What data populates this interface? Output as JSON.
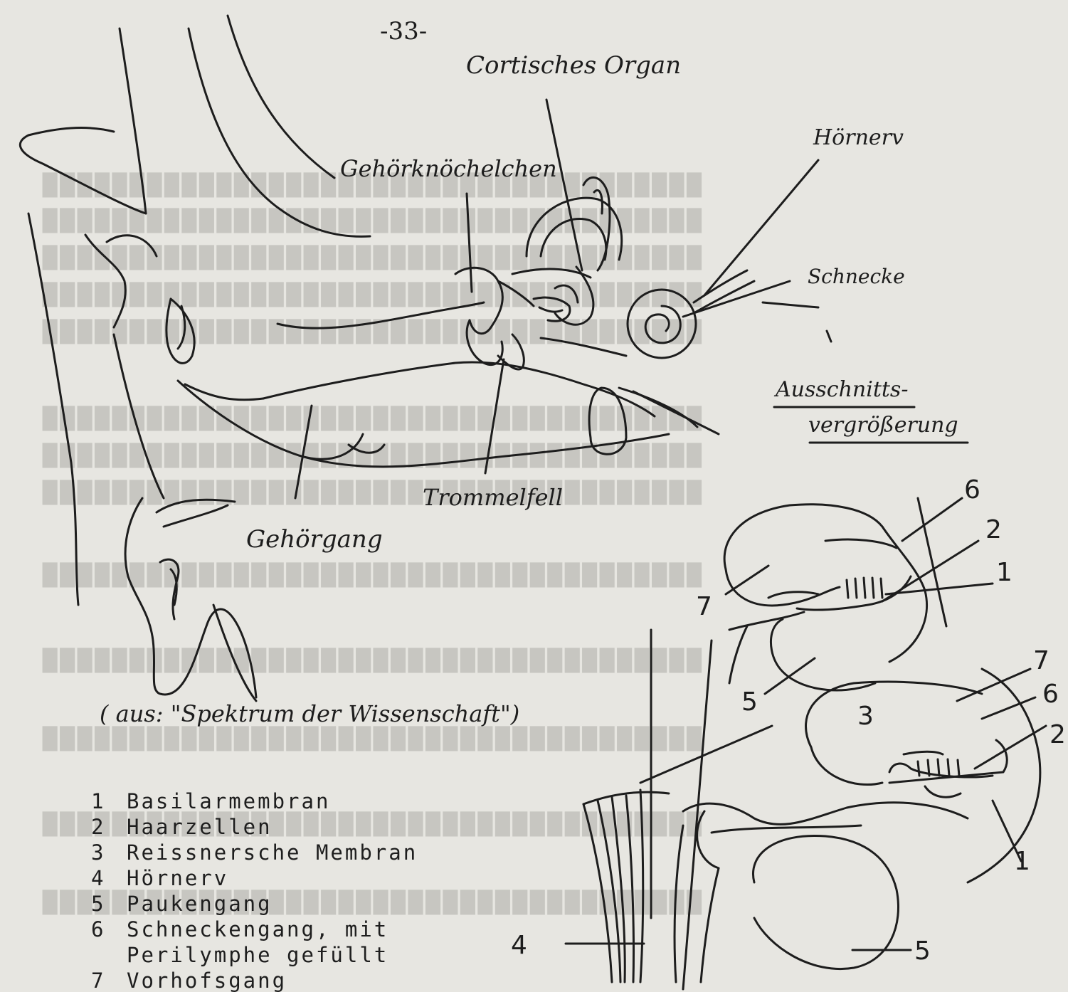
{
  "page_number": "-33-",
  "labels": {
    "cortisches_organ": "Cortisches Organ",
    "hoernerv": "Hörnerv",
    "gehoerknoechelchen": "Gehörknöchelchen",
    "schnecke": "Schnecke",
    "ausschnitt_line1": "Ausschnitts-",
    "ausschnitt_line2": "vergrößerung",
    "trommelfell": "Trommelfell",
    "gehoergang": "Gehörgang",
    "source": "( aus: \"Spektrum der Wissenschaft\")"
  },
  "detail_numbers": {
    "n6_top": "6",
    "n2_top": "2",
    "n1_top": "1",
    "n7_left": "7",
    "n5_mid": "5",
    "n3_mid": "3",
    "n7_right": "7",
    "n6_right": "6",
    "n2_right": "2",
    "n1_bottom": "1",
    "n4_left": "4",
    "n5_bottom": "5"
  },
  "legend": [
    {
      "number": "1",
      "text": "Basilarmembran"
    },
    {
      "number": "2",
      "text": "Haarzellen"
    },
    {
      "number": "3",
      "text": "Reissnersche Membran"
    },
    {
      "number": "4",
      "text": "Hörnerv"
    },
    {
      "number": "5",
      "text": "Paukengang"
    },
    {
      "number": "6",
      "text": "Schneckengang, mit\nPerilymphe gefüllt"
    },
    {
      "number": "7",
      "text": "Vorhofsgang"
    }
  ],
  "colors": {
    "paper": "#e7e6e1",
    "ink": "#1d1d1d",
    "bleed_through": "#c7c6c1"
  }
}
